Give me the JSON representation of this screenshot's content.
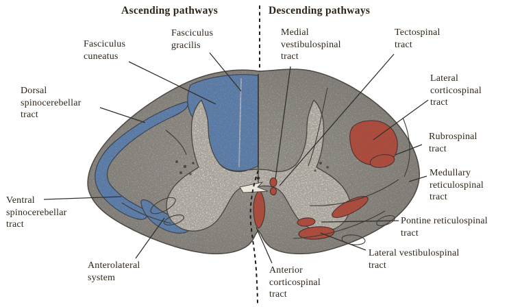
{
  "figure_type": "spinal cord cross-section pathway diagram",
  "titles": {
    "ascending": "Ascending pathways",
    "descending": "Descending pathways"
  },
  "ascending_labels": {
    "fasciculus_cuneatus": "Fasciculus\ncuneatus",
    "fasciculus_gracilis": "Fasciculus\ngracilis",
    "dorsal_spinocerebellar": "Dorsal\nspinocerebellar\ntract",
    "ventral_spinocerebellar": "Ventral\nspinocerebellar\ntract",
    "anterolateral": "Anterolateral\nsystem"
  },
  "descending_labels": {
    "medial_vestibulospinal": "Medial\nvestibulospinal\ntract",
    "tectospinal": "Tectospinal\ntract",
    "lateral_corticospinal": "Lateral\ncorticospinal\ntract",
    "rubrospinal": "Rubrospinal\ntract",
    "medullary_reticulospinal": "Medullary\nreticulospinal\ntract",
    "pontine_reticulospinal": "Pontine reticulospinal\ntract",
    "lateral_vestibulospinal": "Lateral vestibulospinal\ntract",
    "anterior_corticospinal": "Anterior\ncorticospinal\ntract"
  },
  "colors": {
    "ascending_fill": "#5b90d5",
    "descending_fill": "#d7432e",
    "text": "#2e2518",
    "leader_line": "#33302c",
    "white_matter": "#9b9790",
    "gray_matter": "#e2ddd2",
    "background": "#ffffff"
  }
}
